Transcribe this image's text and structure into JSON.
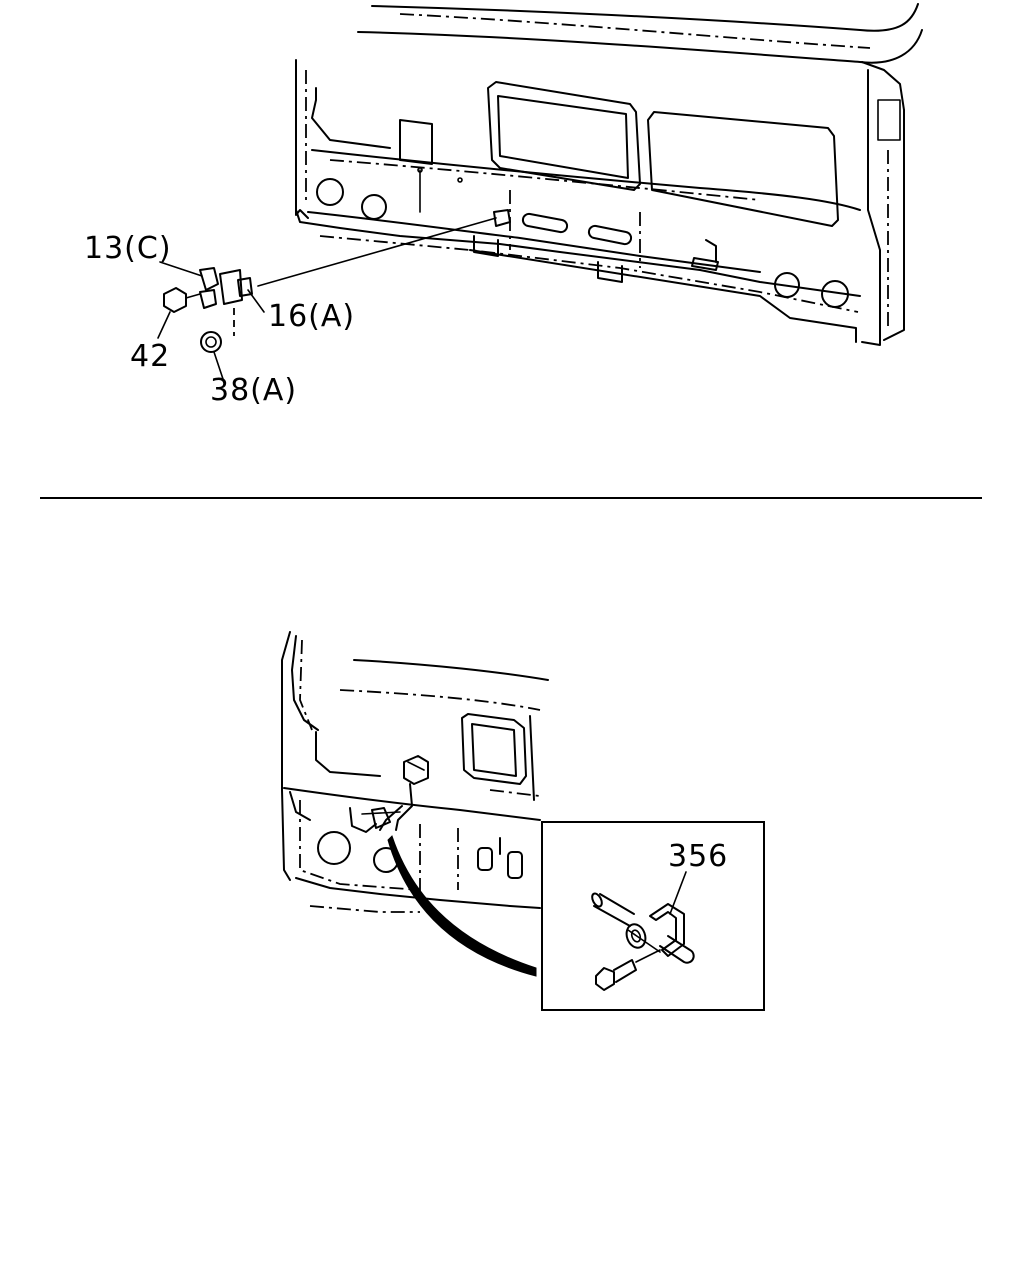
{
  "top_view": {
    "callouts": [
      {
        "id": "clip",
        "text": "13(C)"
      },
      {
        "id": "bolt",
        "text": "42"
      },
      {
        "id": "bracket",
        "text": "16(A)"
      },
      {
        "id": "nut",
        "text": "38(A)"
      }
    ]
  },
  "bottom_view": {
    "inset_callout": "356"
  },
  "colors": {
    "line": "#000000",
    "background": "#ffffff"
  }
}
